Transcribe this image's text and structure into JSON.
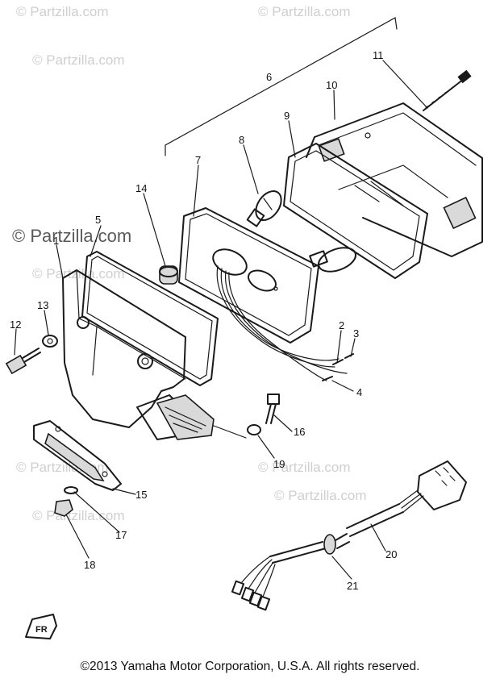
{
  "watermark_text": "© Partzilla.com",
  "callouts": [
    "1",
    "2",
    "3",
    "4",
    "5",
    "6",
    "7",
    "8",
    "9",
    "10",
    "11",
    "12",
    "13",
    "14",
    "15",
    "16",
    "17",
    "18",
    "19",
    "20",
    "21"
  ],
  "fr_mark": "FR",
  "copyright": "©2013  Yamaha Motor Corporation, U.S.A. All rights reserved."
}
